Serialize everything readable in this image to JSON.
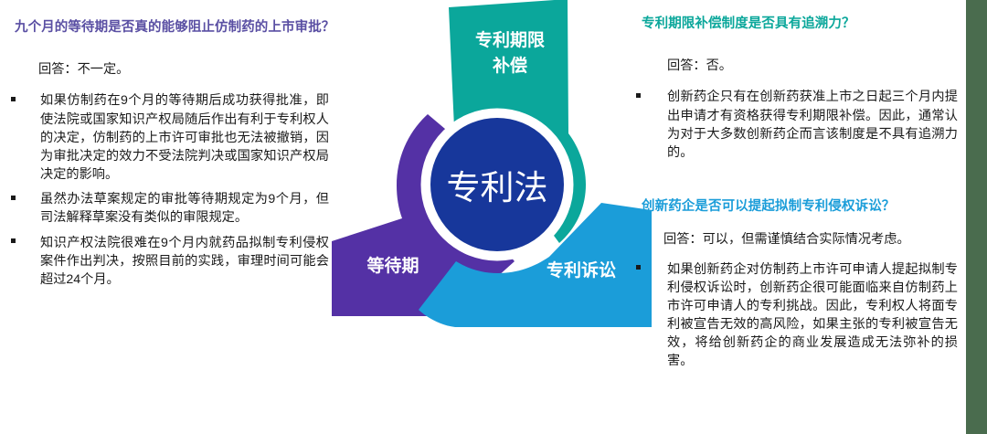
{
  "theme": {
    "purple": "#5431a5",
    "teal": "#0ba79b",
    "blue": "#1b9dd9",
    "center_navy": "#17379b",
    "heading_purple": "#5a4fa3",
    "heading_teal": "#0ba79b",
    "heading_blue": "#1b9dd9",
    "edge_bar_green": "#4a6c4e",
    "body_text": "#1a1a1a",
    "background": "#ffffff"
  },
  "diagram": {
    "name": "three-petal-pinwheel",
    "center_label": "专利法",
    "petals": [
      {
        "id": "petal-top-teal",
        "label": "专利期限\n补偿",
        "label_line1": "专利期限",
        "label_line2": "补偿",
        "color": "#0ba79b"
      },
      {
        "id": "petal-left-purple",
        "label": "等待期",
        "color": "#5431a5"
      },
      {
        "id": "petal-right-blue",
        "label": "专利诉讼",
        "color": "#1b9dd9"
      }
    ]
  },
  "left_column": {
    "heading": "九个月的等待期是否真的能够阻止仿制药的上市审批？",
    "answer": "回答：不一定。",
    "bullets": [
      "如果仿制药在9个月的等待期后成功获得批准，即使法院或国家知识产权局随后作出有利于专利权人的决定，仿制药的上市许可审批也无法被撤销，因为审批决定的效力不受法院判决或国家知识产权局决定的影响。",
      "虽然办法草案规定的审批等待期规定为9个月，但司法解释草案没有类似的审限规定。",
      "知识产权法院很难在9个月内就药品拟制专利侵权案件作出判决，按照目前的实践，审理时间可能会超过24个月。"
    ]
  },
  "right_column": {
    "block_a": {
      "heading": "专利期限补偿制度是否具有追溯力？",
      "answer": "回答：否。",
      "bullets": [
        "创新药企只有在创新药获准上市之日起三个月内提出申请才有资格获得专利期限补偿。因此，通常认为对于大多数创新药企而言该制度是不具有追溯力的。"
      ]
    },
    "block_b": {
      "heading": "创新药企是否可以提起拟制专利侵权诉讼？",
      "answer": "回答：可以，但需谨慎结合实际情况考虑。",
      "bullets": [
        "如果创新药企对仿制药上市许可申请人提起拟制专利侵权诉讼时，创新药企很可能面临来自仿制药上市许可申请人的专利挑战。因此，专利权人将面专利被宣告无效的高风险，如果主张的专利被宣告无效，将给创新药企的商业发展造成无法弥补的损害。"
      ]
    }
  }
}
